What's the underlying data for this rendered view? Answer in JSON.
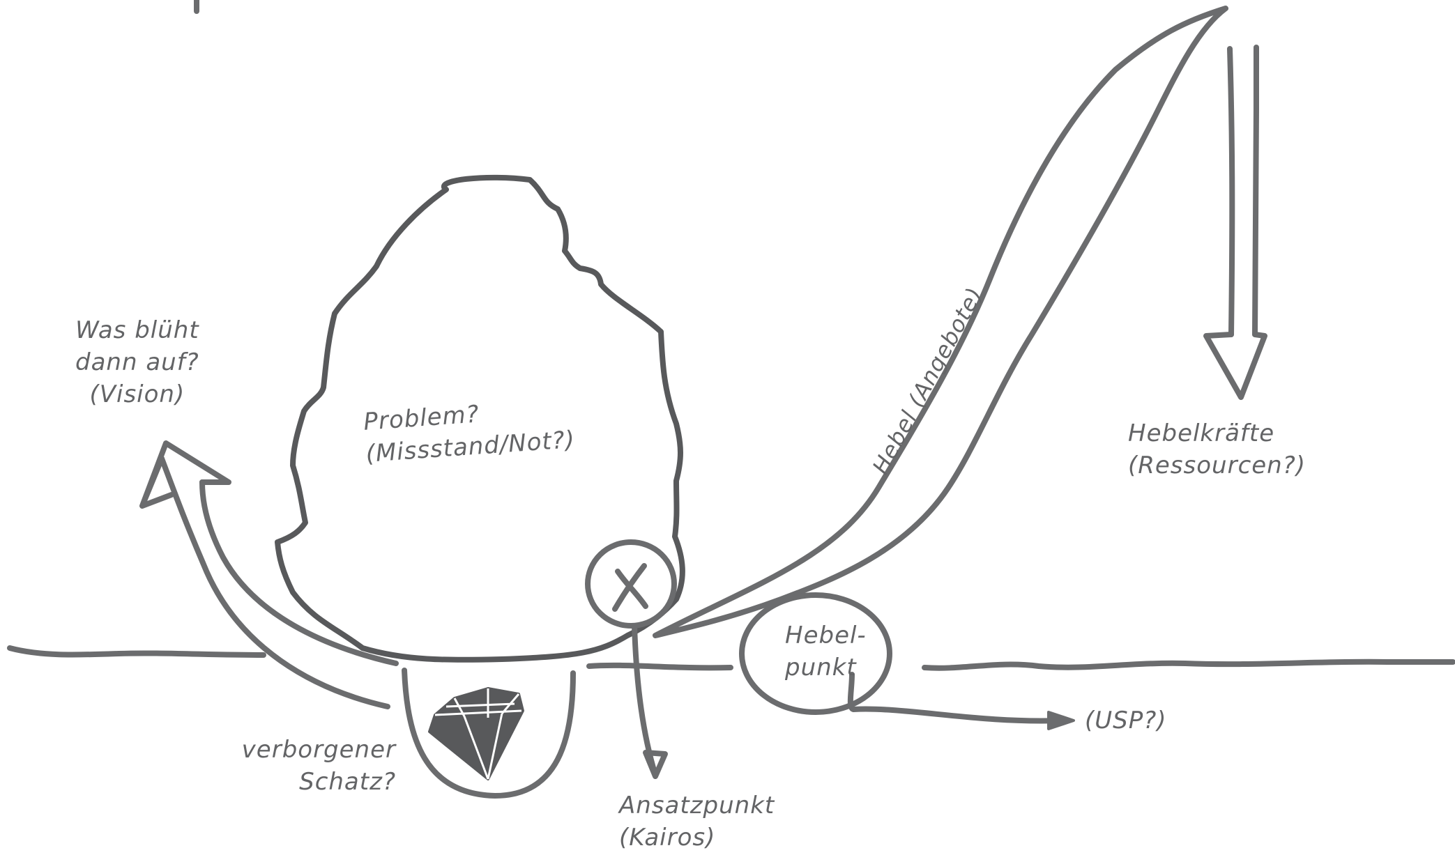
{
  "labels": {
    "vision": "Was blüht\ndann auf?\n(Vision)",
    "problem": "Problem?\n(Missstand/Not?)",
    "lever": "Hebel (Angebote)",
    "lever_forces": "Hebelkräfte\n(Ressourcen?)",
    "pivot": "Hebel-\npunkt",
    "usp": "(USP?)",
    "treasure": "verborgener\nSchatz?",
    "starting_point": "Ansatzpunkt\n(Kairos)",
    "x_mark": "X"
  },
  "colors": {
    "ink": "#6b6c6e",
    "ink_dark": "#58595b",
    "text": "#636466",
    "background": "#ffffff"
  },
  "icons": [
    "diamond-icon",
    "x-mark-icon",
    "arrow-up-left-icon",
    "arrow-down-icon",
    "arrow-right-icon"
  ]
}
